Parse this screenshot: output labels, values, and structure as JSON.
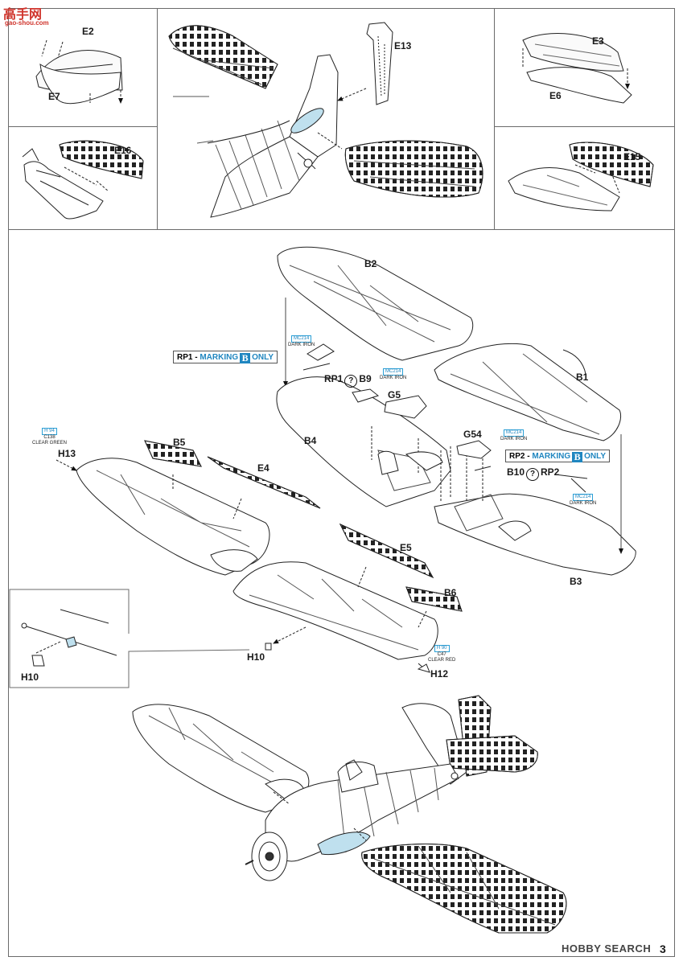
{
  "watermark_top": {
    "main": "高手网",
    "sub": "gao-shou.com"
  },
  "watermark_bottom": "HOBBY SEARCH",
  "page_number": "3",
  "inset_parts": {
    "e2": "E2",
    "e7": "E7",
    "e16": "E16",
    "e13": "E13",
    "e3": "E3",
    "e6": "E6",
    "e15": "E15"
  },
  "parts": {
    "b2": "B2",
    "b1": "B1",
    "b4": "B4",
    "b3": "B3",
    "b5": "B5",
    "b6": "B6",
    "b9": "B9",
    "b10": "B10",
    "e4": "E4",
    "e5": "E5",
    "g5": "G5",
    "g54": "G54",
    "h13": "H13",
    "h10_wing": "H10",
    "h10_detail": "H10",
    "h12": "H12"
  },
  "options": {
    "rp1": "RP1",
    "rp2": "RP2",
    "rp1_part": "B9",
    "rp2_part": "B10",
    "symbol": "?"
  },
  "markings": {
    "rp1": {
      "prefix": "RP1 - ",
      "word": "MARKING",
      "letter": "B",
      "suffix": "ONLY"
    },
    "rp2": {
      "prefix": "RP2 - ",
      "word": "MARKING",
      "letter": "B",
      "suffix": "ONLY"
    }
  },
  "paint_callouts": {
    "rp1_iron": {
      "code": "MC214",
      "name": "DARK IRON"
    },
    "b9_iron": {
      "code": "MC214",
      "name": "DARK IRON"
    },
    "g54_iron": {
      "code": "MC214",
      "name": "DARK IRON"
    },
    "rp2_iron": {
      "code": "MC214",
      "name": "DARK IRON"
    },
    "h13_green": {
      "code": "H 94",
      "ref": "C138",
      "name": "CLEAR GREEN"
    },
    "h12_red": {
      "code": "H 90",
      "ref": "C47",
      "name": "CLEAR RED"
    }
  },
  "colors": {
    "accent_blue": "#1f86c0",
    "canopy_blue": "#bfe0ee",
    "line": "#222222",
    "watermark_red": "#d0342c"
  }
}
